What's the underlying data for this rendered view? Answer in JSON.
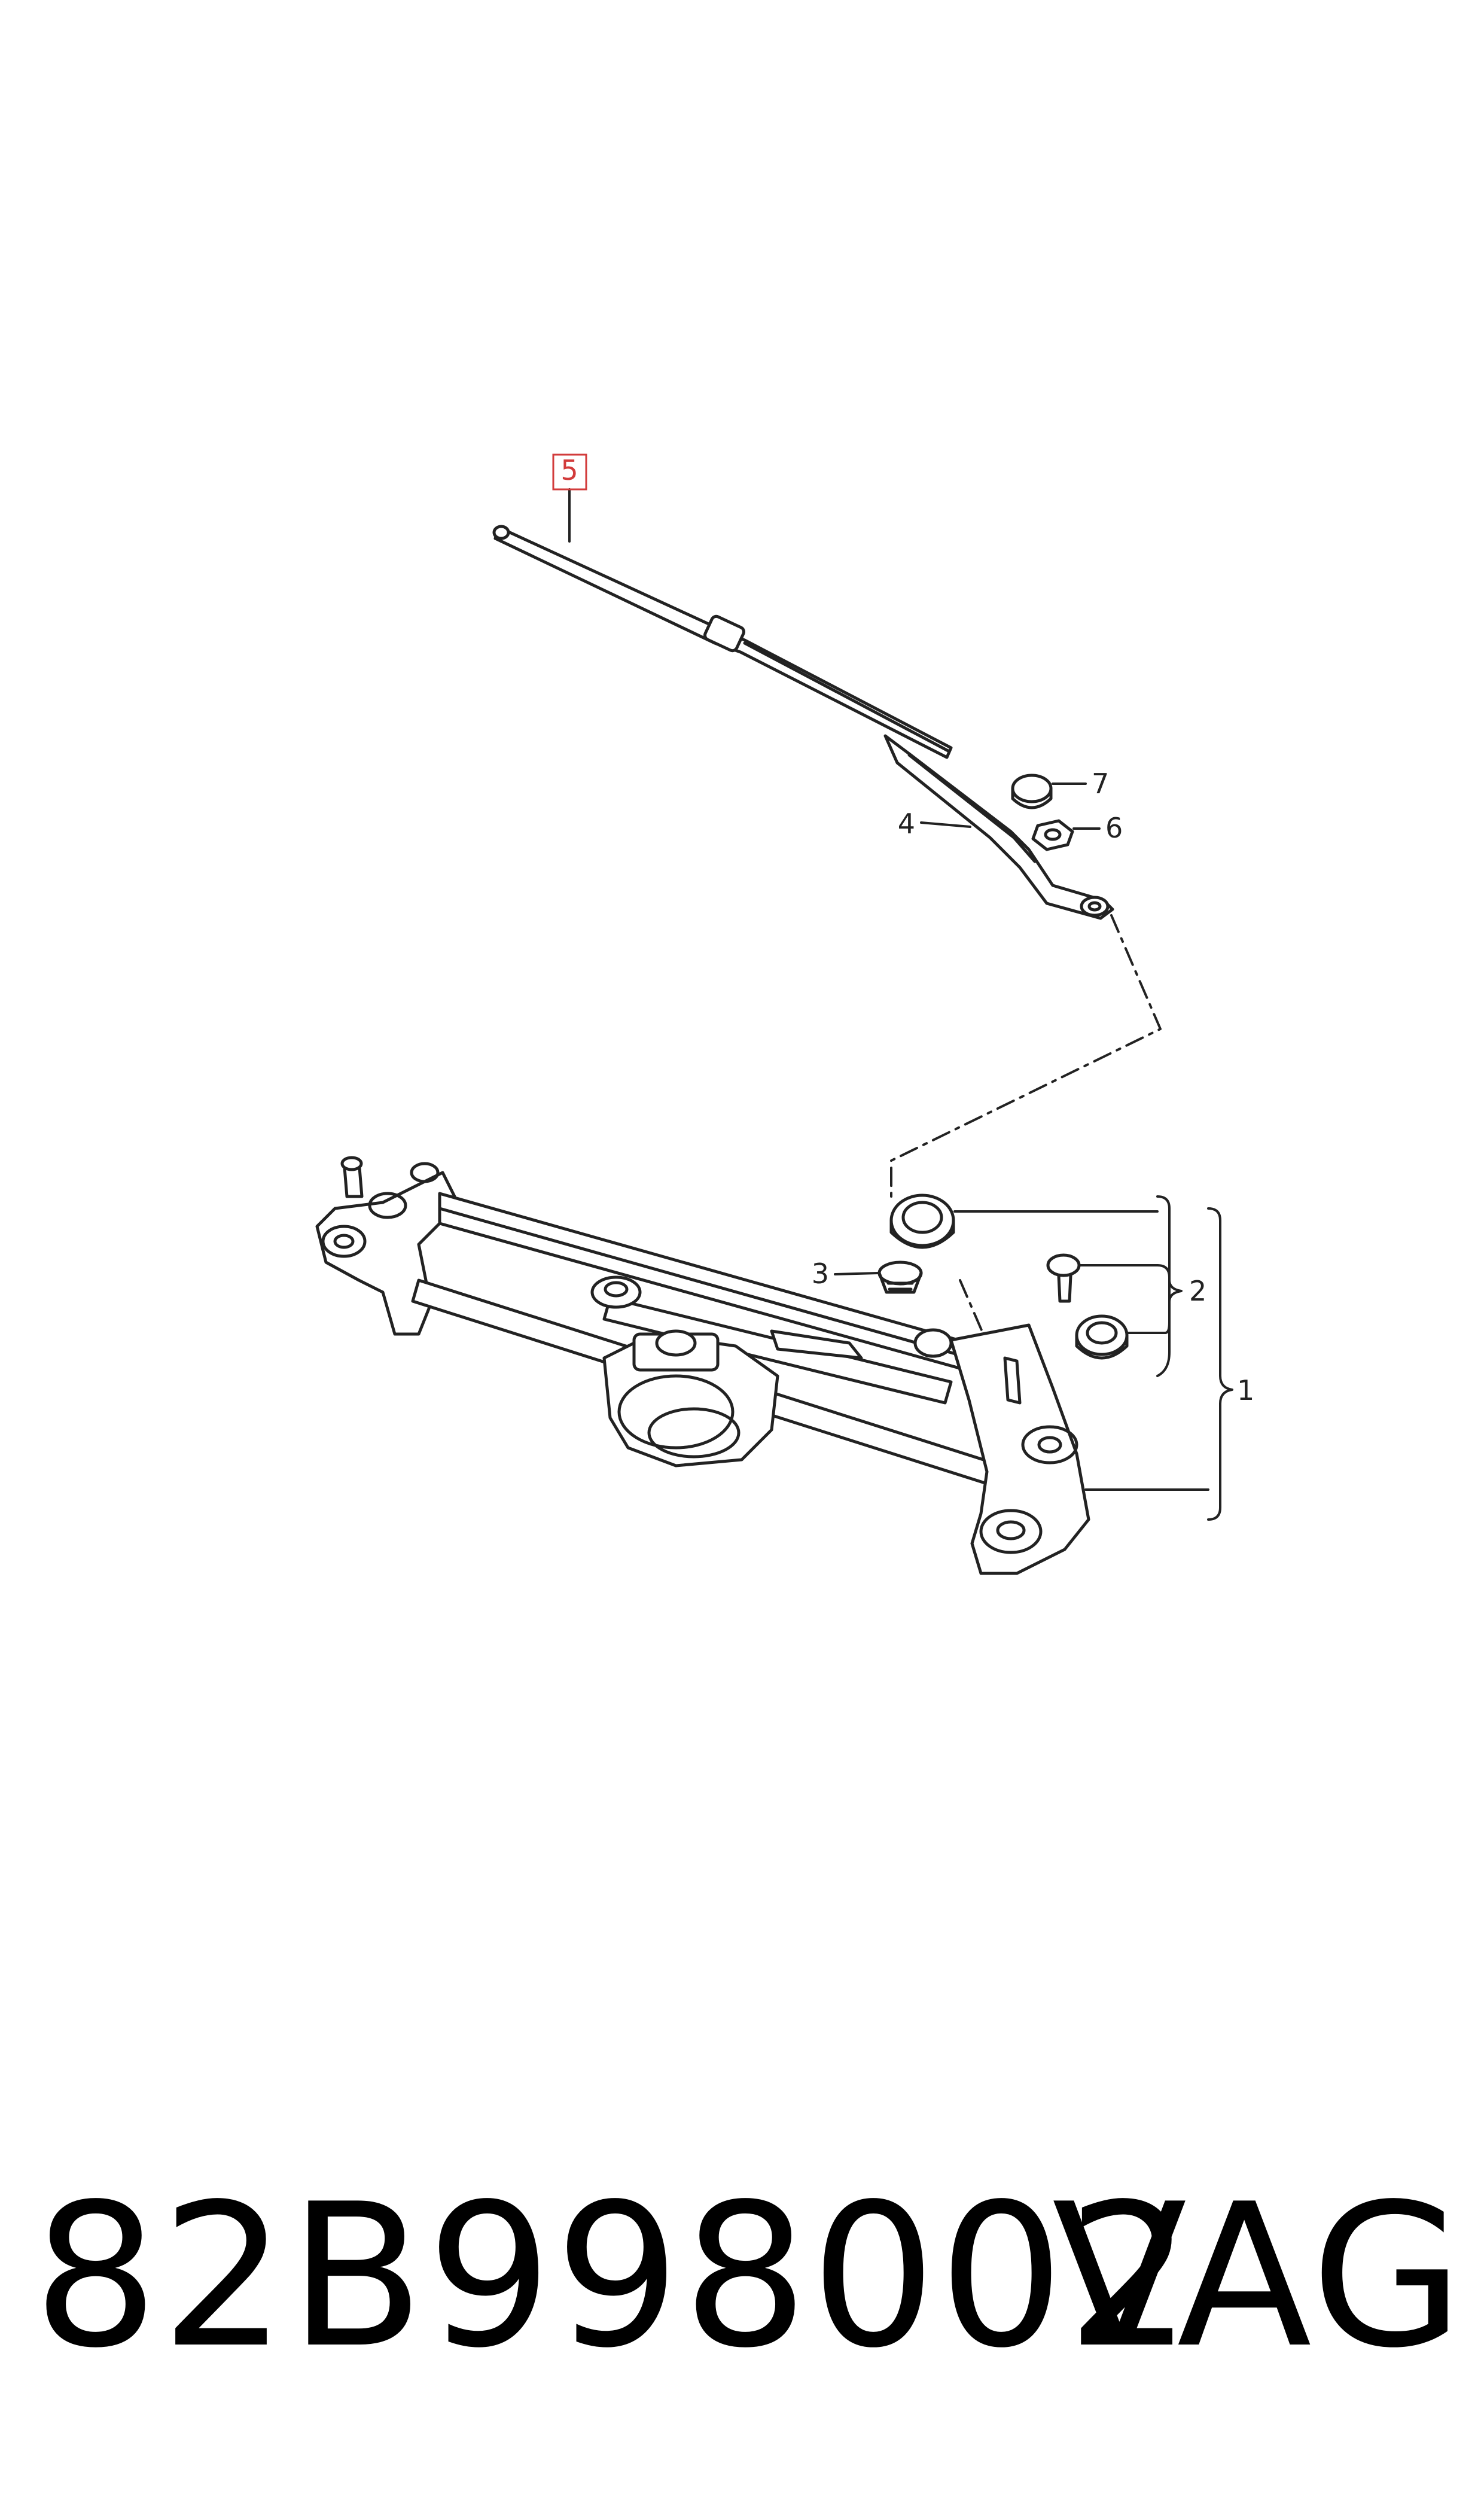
{
  "diagram": {
    "callouts": {
      "c1": "1",
      "c2": "2",
      "c3": "3",
      "c4": "4",
      "c5": "5",
      "c6": "6",
      "c7": "7"
    },
    "highlighted_callout": "5",
    "highlight_color": "#d23b3b",
    "line_color": "#222222"
  },
  "footer": {
    "part_number": "82B998002",
    "brand": "VAG"
  }
}
